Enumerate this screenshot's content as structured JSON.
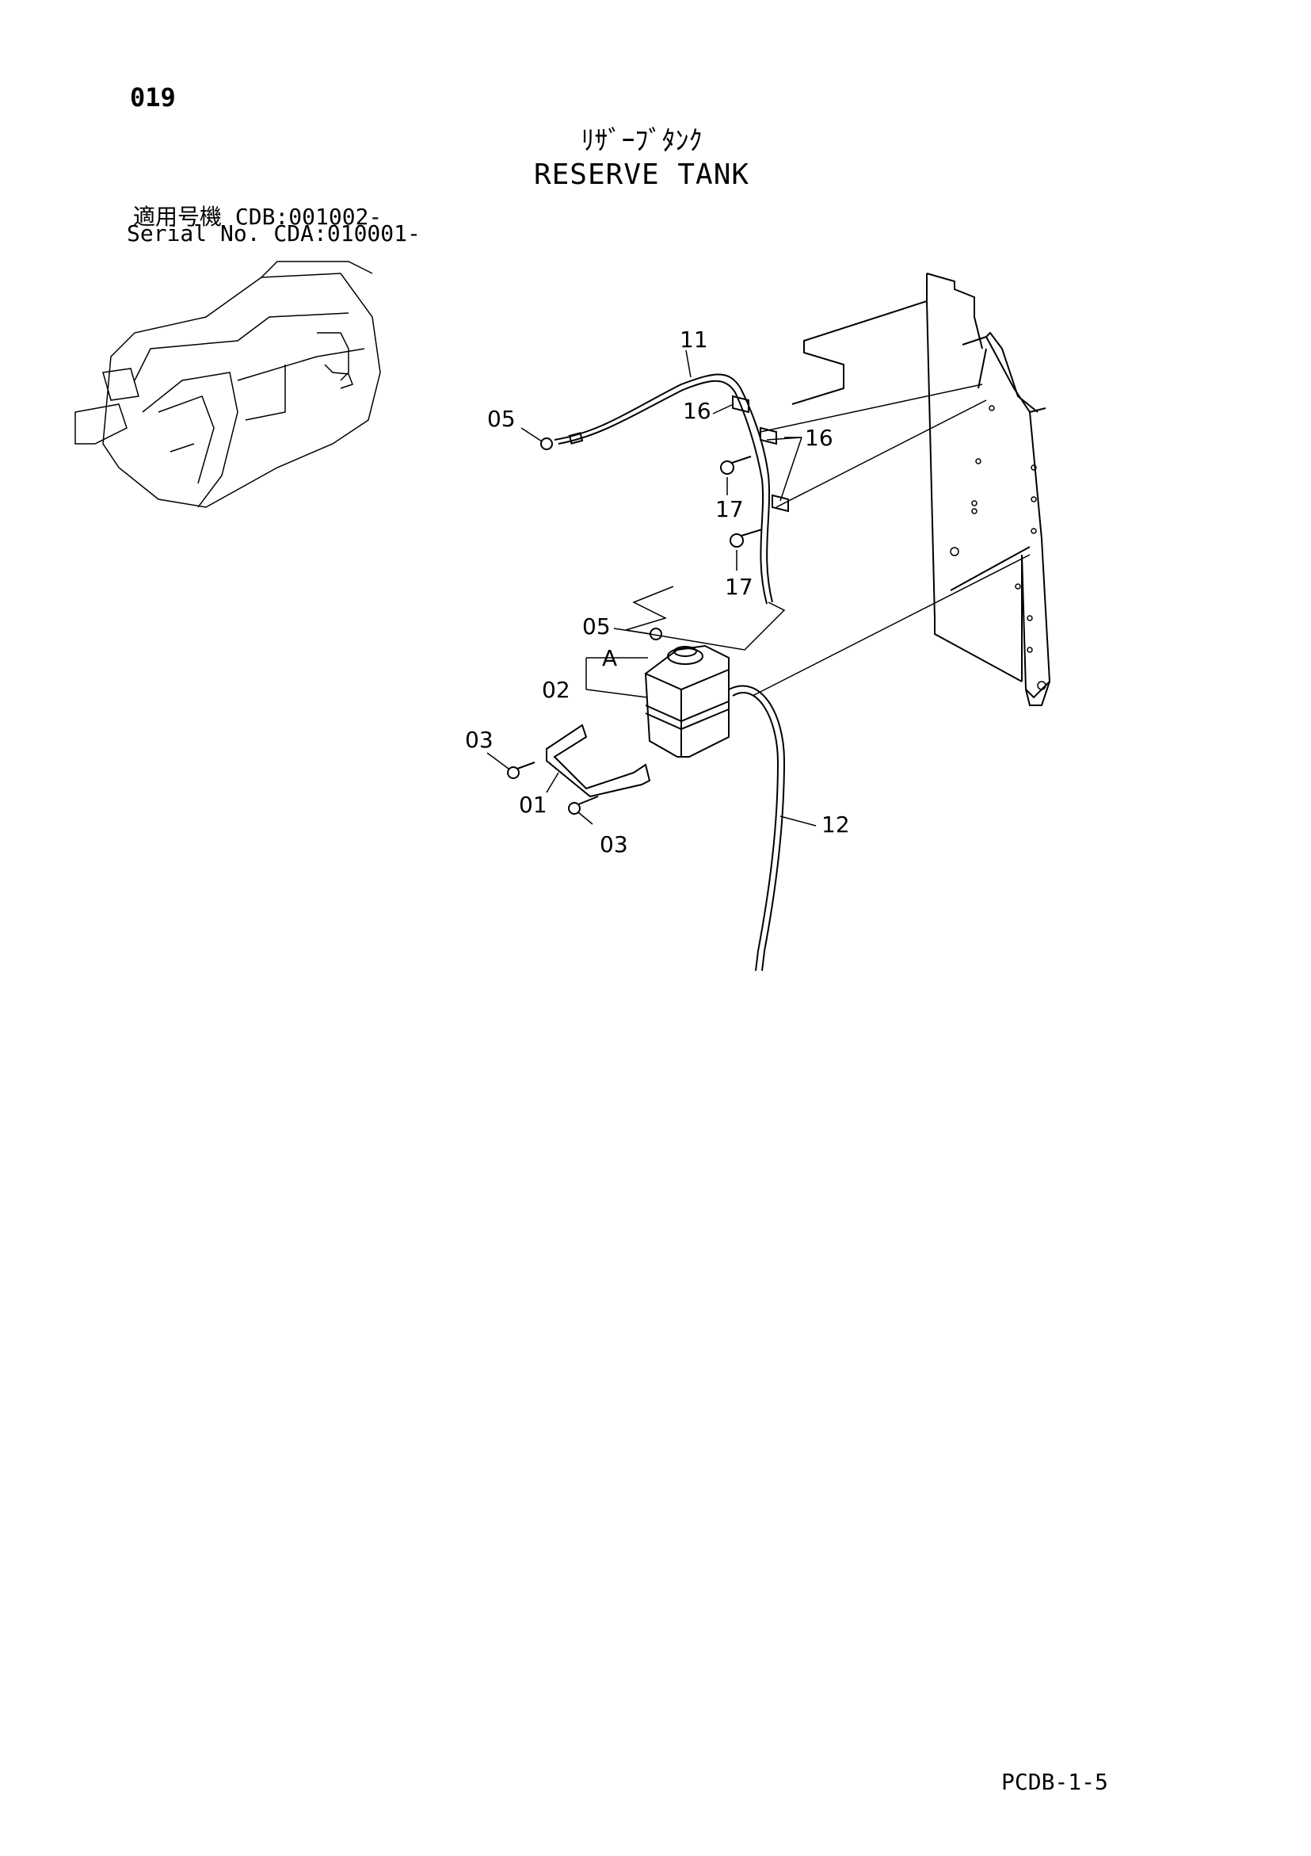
{
  "header": {
    "page_number": "019",
    "title_jp": "ﾘｻﾞｰﾌﾞﾀﾝｸ",
    "title_en": "RESERVE TANK",
    "serial_jp": "適用号機  CDB:001002-",
    "serial_en": "Serial No. CDA:010001-"
  },
  "callouts": {
    "c01": "01",
    "c02": "02",
    "c03a": "03",
    "c03b": "03",
    "c05a": "05",
    "c05b": "05",
    "c11": "11",
    "c12": "12",
    "c16a": "16",
    "c16b": "16",
    "c17a": "17",
    "c17b": "17",
    "cA": "A"
  },
  "footer": {
    "page_code": "PCDB-1-5"
  }
}
